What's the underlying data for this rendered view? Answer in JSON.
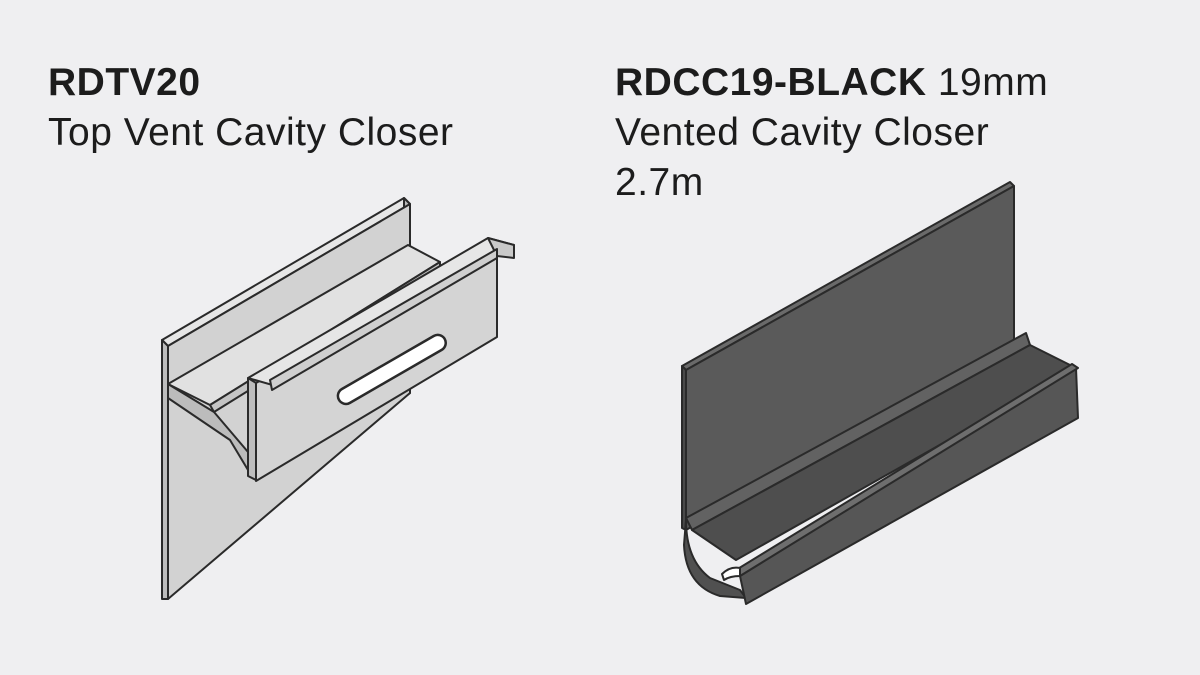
{
  "products": [
    {
      "code": "RDTV20",
      "size": "",
      "description": "Top Vent Cavity Closer",
      "length": "",
      "illustration": "closer-profile-light",
      "finish_color": "#d2d2d2"
    },
    {
      "code": "RDCC19-BLACK",
      "size": "19mm",
      "description": "Vented Cavity Closer",
      "length": "2.7m",
      "illustration": "closer-profile-black",
      "finish_color": "#555555"
    }
  ],
  "colors": {
    "background": "#efeff1",
    "text": "#1c1c1c",
    "outline": "#2a2a2a"
  }
}
